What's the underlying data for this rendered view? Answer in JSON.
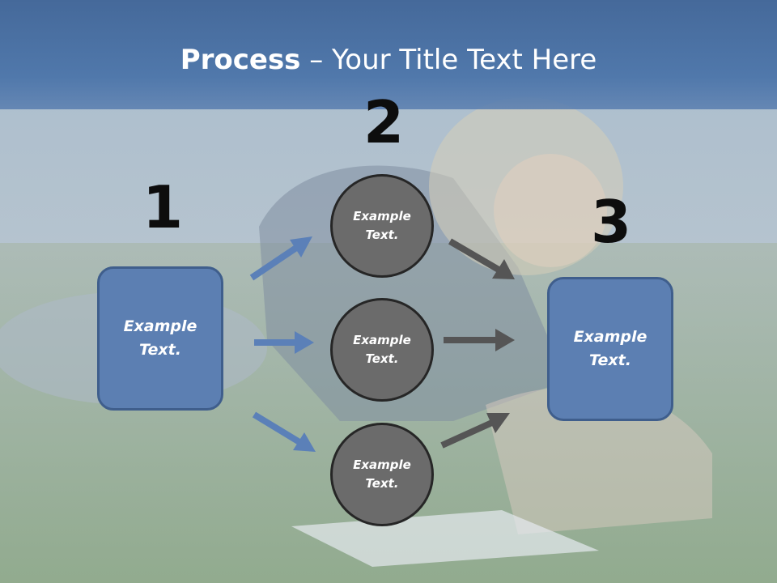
{
  "title": {
    "bold": "Process",
    "rest": " – Your Title Text Here"
  },
  "steps": {
    "one": "1",
    "two": "2",
    "three": "3"
  },
  "boxes": {
    "left": "Example\nText.",
    "right": "Example\nText."
  },
  "circles": {
    "top": "Example\nText.",
    "middle": "Example\nText.",
    "bottom": "Example\nText."
  },
  "colors": {
    "box_fill": "#5c7fb2",
    "box_border": "#3f5e8c",
    "circle_fill": "#6b6b6b",
    "arrow_blue": "#5b80b8",
    "arrow_gray": "#555555"
  }
}
